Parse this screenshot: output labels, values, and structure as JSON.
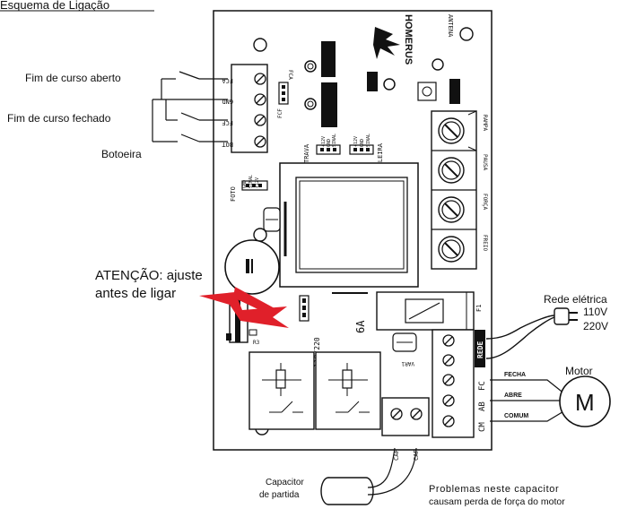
{
  "title": "Esquema de Ligação",
  "labels": {
    "fim_curso_aberto": "Fim de curso aberto",
    "fim_curso_fechado": "Fim de curso fechado",
    "botoeira": "Botoeira",
    "atencao_line1": "ATENÇÃO: ajuste",
    "atencao_line2": "antes de ligar",
    "rede_eletrica": "Rede elétrica",
    "v110": "110V",
    "v220": "220V",
    "motor": "Motor",
    "motor_symbol": "M",
    "capacitor_line1": "Capacitor",
    "capacitor_line2": "de partida",
    "problemas_line1": "Problemas neste capacitor",
    "problemas_line2": "causam perda de força do motor"
  },
  "board": {
    "brand": "HOMERUS",
    "antena": "ANTENA",
    "fca_terminals": [
      "FCA",
      "GND",
      "FCF",
      "BOT"
    ],
    "fca_jumper": "FCA",
    "fcf_jumper": "FCF",
    "trava": "TRAVA",
    "trava_pins": [
      "+12V",
      "GND",
      "SINAL"
    ],
    "sinaleira": "SINALEIRA",
    "sinaleira_pins": [
      "+12V",
      "GND",
      "SINAL"
    ],
    "foto": "FOTO",
    "foto_pins": [
      "GND",
      "SINAL",
      "+12V"
    ],
    "trimpots": [
      "RAMPA",
      "PAUSA",
      "FORÇA",
      "FREIO"
    ],
    "voltage_selector": "110/220",
    "fuse_rating": "6A",
    "fuse_label": "F1",
    "r3": "R3",
    "var1": "VAR1",
    "rede": "REDE",
    "fc": "FC",
    "ab": "AB",
    "cm": "CM",
    "cap1": "CAP",
    "cap2": "CAP",
    "fecha": "FECHA",
    "abre": "ABRE",
    "comum": "COMUM"
  }
}
